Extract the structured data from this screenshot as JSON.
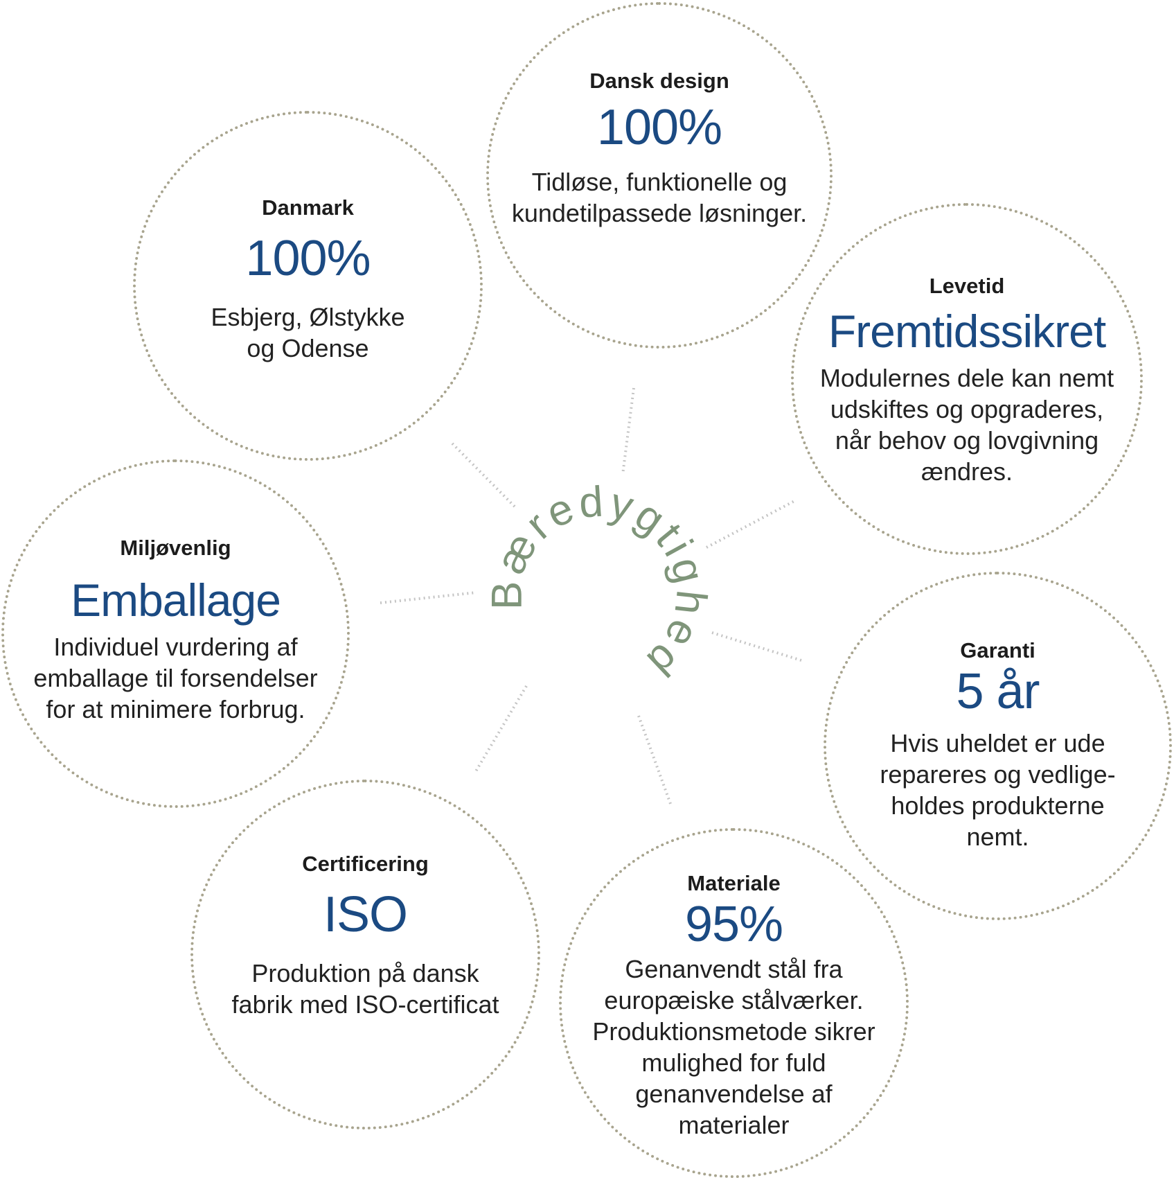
{
  "center": {
    "title": "Bæredygtighed",
    "color": "#7f957a"
  },
  "colors": {
    "value": "#1b4a82",
    "label": "#1c1c1c",
    "dots": "#a8a48e"
  },
  "circles": [
    {
      "label": "Dansk design",
      "value": "100%",
      "desc": [
        "Tidløse, funktionelle og",
        "kundetilpassede løsninger."
      ]
    },
    {
      "label": "Danmark",
      "value": "100%",
      "desc": [
        "Esbjerg, Ølstykke",
        "og Odense"
      ]
    },
    {
      "label": "Levetid",
      "value": "Fremtidssikret",
      "desc": [
        "Modulernes dele kan nemt",
        "udskiftes og opgraderes,",
        "når behov og lovgivning",
        "ændres."
      ]
    },
    {
      "label": "Miljøvenlig",
      "value": "Emballage",
      "desc": [
        "Individuel vurdering af",
        "emballage til forsendelser",
        "for at minimere forbrug."
      ]
    },
    {
      "label": "Garanti",
      "value": "5 år",
      "desc": [
        "Hvis uheldet er ude",
        "repareres og vedlige-",
        "holdes produkterne",
        "nemt."
      ]
    },
    {
      "label": "Certificering",
      "value": "ISO",
      "desc": [
        "Produktion på dansk",
        "fabrik med ISO-certificat"
      ]
    },
    {
      "label": "Materiale",
      "value": "95%",
      "desc": [
        "Genanvendt stål fra",
        "europæiske stålværker.",
        "Produktionsmetode sikrer",
        "mulighed for fuld",
        "genanvendelse af",
        "materialer"
      ]
    }
  ]
}
